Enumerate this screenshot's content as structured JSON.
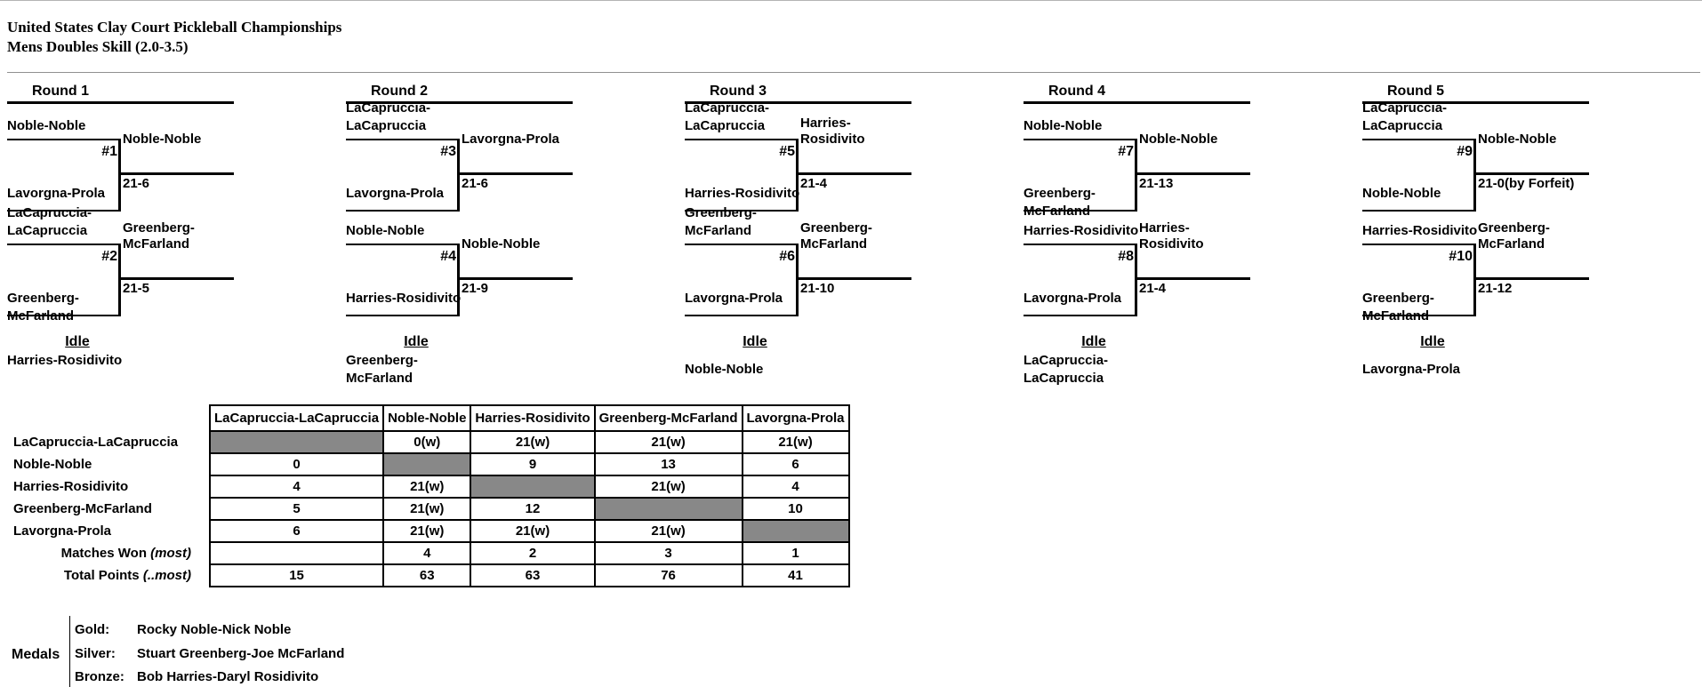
{
  "header": {
    "tournament": "United States Clay Court Pickleball Championships",
    "event": "Mens Doubles Skill (2.0-3.5)"
  },
  "rounds": [
    {
      "label": "Round 1",
      "matches": [
        {
          "num": "#1",
          "teamA": "Noble-Noble",
          "teamB": "Lavorgna-Prola",
          "winner": "Noble-Noble",
          "score": "21-6"
        },
        {
          "num": "#2",
          "teamA": "LaCapruccia-LaCapruccia",
          "teamB": "Greenberg-McFarland",
          "winner": "Greenberg-McFarland",
          "score": "21-5"
        }
      ],
      "idle_label": "Idle",
      "idle": "Harries-Rosidivito"
    },
    {
      "label": "Round 2",
      "matches": [
        {
          "num": "#3",
          "teamA": "LaCapruccia-LaCapruccia",
          "teamB": "Lavorgna-Prola",
          "winner": "Lavorgna-Prola",
          "score": "21-6"
        },
        {
          "num": "#4",
          "teamA": "Noble-Noble",
          "teamB": "Harries-Rosidivito",
          "winner": "Noble-Noble",
          "score": "21-9"
        }
      ],
      "idle_label": "Idle",
      "idle": "Greenberg-McFarland"
    },
    {
      "label": "Round 3",
      "matches": [
        {
          "num": "#5",
          "teamA": "LaCapruccia-LaCapruccia",
          "teamB": "Harries-Rosidivito",
          "winner": "Harries-Rosidivito",
          "score": "21-4"
        },
        {
          "num": "#6",
          "teamA": "Greenberg-McFarland",
          "teamB": "Lavorgna-Prola",
          "winner": "Greenberg-McFarland",
          "score": "21-10"
        }
      ],
      "idle_label": "Idle",
      "idle": "Noble-Noble"
    },
    {
      "label": "Round 4",
      "matches": [
        {
          "num": "#7",
          "teamA": "Noble-Noble",
          "teamB": "Greenberg-McFarland",
          "winner": "Noble-Noble",
          "score": "21-13"
        },
        {
          "num": "#8",
          "teamA": "Harries-Rosidivito",
          "teamB": "Lavorgna-Prola",
          "winner": "Harries-Rosidivito",
          "score": "21-4"
        }
      ],
      "idle_label": "Idle",
      "idle": "LaCapruccia-LaCapruccia"
    },
    {
      "label": "Round 5",
      "matches": [
        {
          "num": "#9",
          "teamA": "LaCapruccia-LaCapruccia",
          "teamB": "Noble-Noble",
          "winner": "Noble-Noble",
          "score": "21-0(by Forfeit)"
        },
        {
          "num": "#10",
          "teamA": "Harries-Rosidivito",
          "teamB": "Greenberg-McFarland",
          "winner": "Greenberg-McFarland",
          "score": "21-12"
        }
      ],
      "idle_label": "Idle",
      "idle": "Lavorgna-Prola"
    }
  ],
  "grid": {
    "columns": [
      "LaCapruccia-LaCapruccia",
      "Noble-Noble",
      "Harries-Rosidivito",
      "Greenberg-McFarland",
      "Lavorgna-Prola"
    ],
    "rows": [
      {
        "team": "LaCapruccia-LaCapruccia",
        "cells": [
          "",
          "0(w)",
          "21(w)",
          "21(w)",
          "21(w)"
        ]
      },
      {
        "team": "Noble-Noble",
        "cells": [
          "0",
          "",
          "9",
          "13",
          "6"
        ]
      },
      {
        "team": "Harries-Rosidivito",
        "cells": [
          "4",
          "21(w)",
          "",
          "21(w)",
          "4"
        ]
      },
      {
        "team": "Greenberg-McFarland",
        "cells": [
          "5",
          "21(w)",
          "12",
          "",
          "10"
        ]
      },
      {
        "team": "Lavorgna-Prola",
        "cells": [
          "6",
          "21(w)",
          "21(w)",
          "21(w)",
          ""
        ]
      }
    ],
    "matches_won_label": "Matches Won",
    "matches_won_hint": "(most)",
    "matches_won": [
      "",
      "4",
      "2",
      "3",
      "1"
    ],
    "total_points_label": "Total Points",
    "total_points_hint": "(..most)",
    "total_points": [
      "15",
      "63",
      "63",
      "76",
      "41"
    ],
    "shade_color": "#888888"
  },
  "medals": {
    "label": "Medals",
    "gold_label": "Gold:",
    "gold": "Rocky Noble-Nick Noble",
    "silver_label": "Silver:",
    "silver": "Stuart Greenberg-Joe McFarland",
    "bronze_label": "Bronze:",
    "bronze": "Bob Harries-Daryl Rosidivito"
  }
}
